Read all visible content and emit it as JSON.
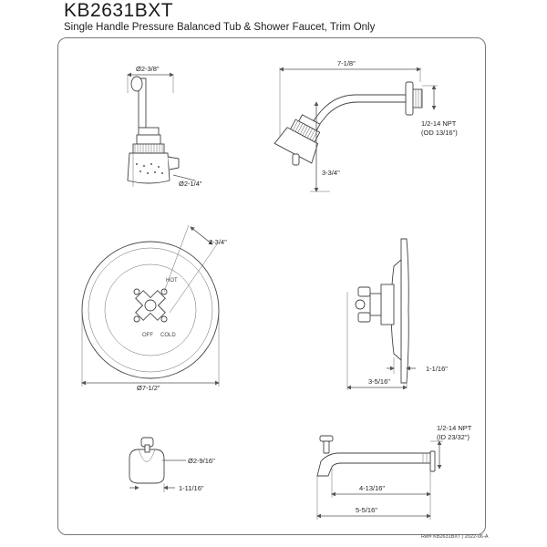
{
  "header": {
    "model": "KB2631BXT",
    "description": "Single Handle Pressure Balanced Tub & Shower Faucet, Trim Only"
  },
  "dimensions": {
    "showerhead_dia": "Ø2-3/8\"",
    "showerhead_base_dia": "Ø2-1/4\"",
    "arm_length": "7-1/8\"",
    "arm_npt": "1/2-14 NPT",
    "arm_od": "(OD 13/16\")",
    "arm_drop": "3-3/4\"",
    "handle_length": "2-3/4\"",
    "plate_dia": "Ø7-1/2\"",
    "valve_depth": "3-5/16\"",
    "plate_thickness": "1-1/16\"",
    "spout_npt": "1/2-14 NPT",
    "spout_id": "(ID 23/32\")",
    "spout_dia": "Ø2-9/16\"",
    "spout_height": "1-11/16\"",
    "spout_reach": "4-13/16\"",
    "spout_length": "5-5/16\""
  },
  "handle_labels": {
    "hot": "HOT",
    "off": "OFF",
    "cold": "COLD"
  },
  "footer": {
    "ref": "Ref# KB2631BXT | 2022-06-A"
  }
}
